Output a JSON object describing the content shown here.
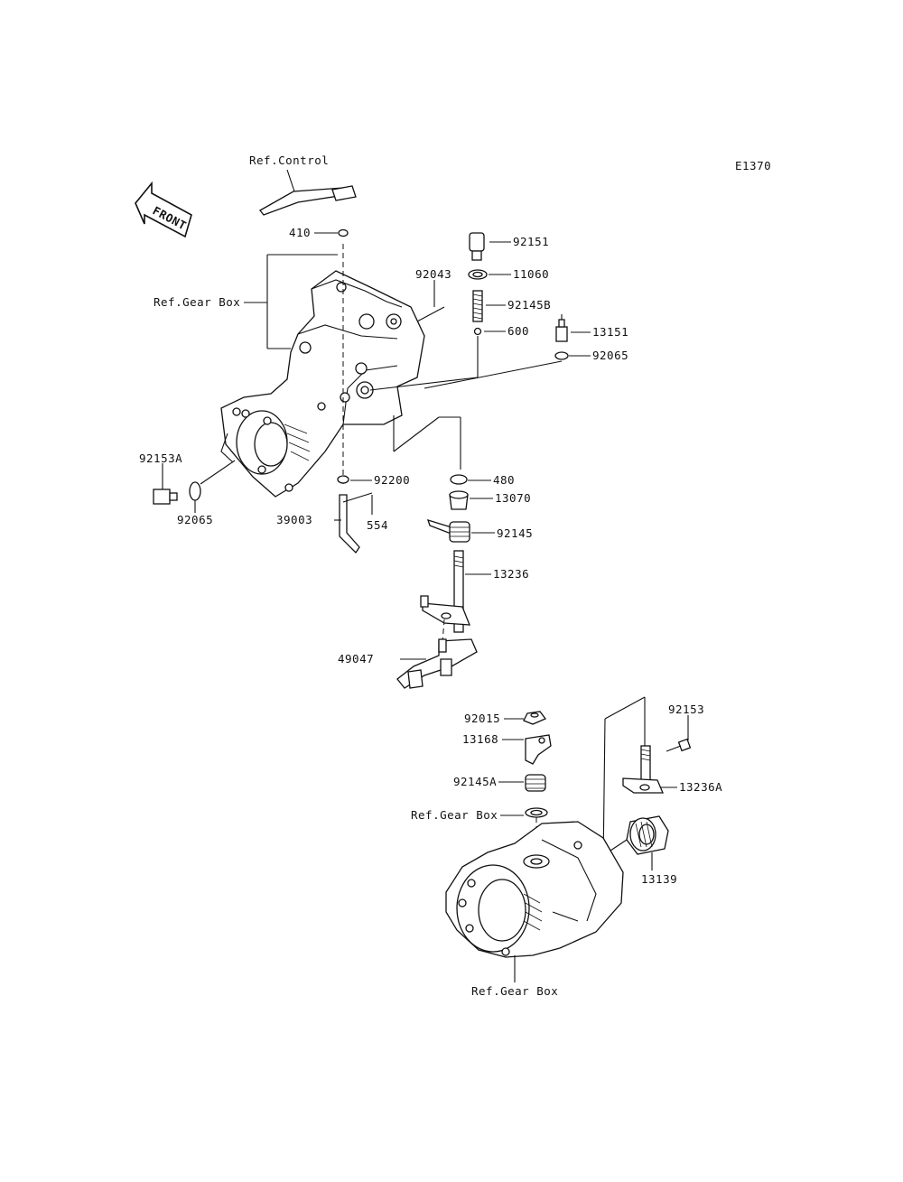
{
  "diagram_code": "E1370",
  "front_arrow_text": "FRONT",
  "labels": {
    "ref_control": "Ref.Control",
    "p410": "410",
    "ref_gear_box_top": "Ref.Gear Box",
    "p92151": "92151",
    "p11060": "11060",
    "p92043": "92043",
    "p92145b": "92145B",
    "p600": "600",
    "p13151": "13151",
    "p92065_right": "92065",
    "p92153a": "92153A",
    "p92065_left": "92065",
    "p92200": "92200",
    "p480": "480",
    "p13070": "13070",
    "p39003": "39003",
    "p554": "554",
    "p92145": "92145",
    "p13236": "13236",
    "p49047": "49047",
    "p92015": "92015",
    "p92153": "92153",
    "p13168": "13168",
    "p92145a": "92145A",
    "p13236a": "13236A",
    "ref_gear_box_mid": "Ref.Gear Box",
    "p13139": "13139",
    "ref_gear_box_bottom": "Ref.Gear Box"
  }
}
